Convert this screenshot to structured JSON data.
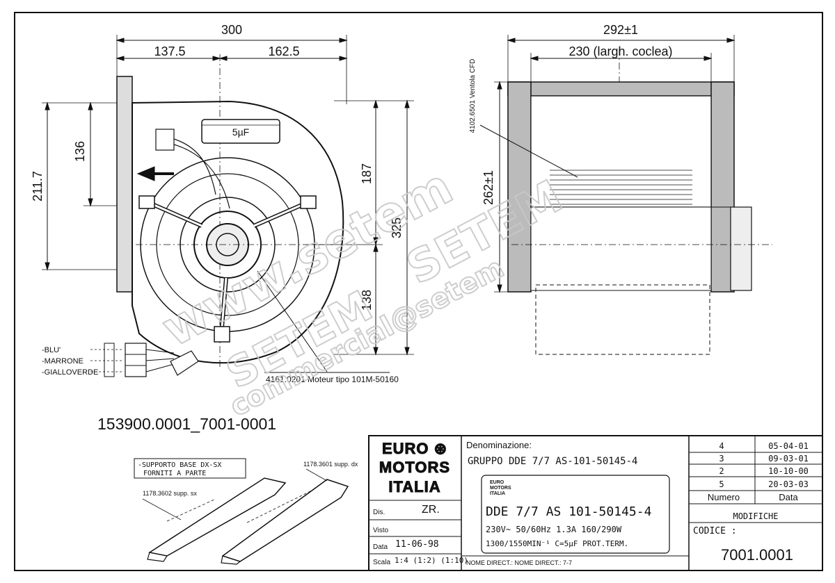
{
  "drawing_code": "153900.0001_7001-0001",
  "front_view": {
    "dim_top_total": "300",
    "dim_top_left": "137.5",
    "dim_top_right": "162.5",
    "dim_left_outer": "211.7",
    "dim_left_inner": "136",
    "dim_right_187": "187",
    "dim_right_325": "325",
    "dim_right_138": "138",
    "capacitor_label": "5µF",
    "motor_label": "4161.0201 Moteur tipo 101M-50160",
    "wires": [
      "-BLU'",
      "-MARRONE",
      "-GIALLOVERDE"
    ]
  },
  "side_view": {
    "dim_total": "292±1",
    "dim_scroll": "230 (largh. coclea)",
    "dim_height": "262±1",
    "fan_label": "4102.6501 Ventola CFD"
  },
  "supports": {
    "note_line1": "-SUPPORTO BASE DX-SX",
    "note_line2": "FORNITI A PARTE",
    "left_code": "1178.3602 supp. sx",
    "right_code": "1178.3601 supp. dx"
  },
  "title_block": {
    "logo_lines": [
      "EURO ⊛",
      "MOTORS",
      "ITALIA"
    ],
    "small_logo_lines": [
      "EURO",
      "MOTORS",
      "ITALIA"
    ],
    "denominazione_label": "Denominazione:",
    "denominazione_value": "GRUPPO DDE 7/7 AS-101-50145-4",
    "model": "DDE 7/7 AS 101-50145-4",
    "spec_line1": "230V~ 50/60Hz 1.3A 160/290W",
    "spec_line2": "1300/1550MIN⁻¹ C=5µF PROT.TERM.",
    "dis_label": "Dis.",
    "dis_value": "ZR.",
    "visto_label": "Visto",
    "data_label": "Data",
    "data_value": "11-06-98",
    "scala_label": "Scala",
    "scala_value": "1:4 (1:2) (1:10)",
    "nome_direct": "NOME DIRECT.: NOME DIRECT.: 7-7",
    "revisions": [
      {
        "numero": "4",
        "data": "05-04-01"
      },
      {
        "numero": "3",
        "data": "09-03-01"
      },
      {
        "numero": "2",
        "data": "10-10-00"
      },
      {
        "numero": "5",
        "data": "20-03-03"
      }
    ],
    "numero_header": "Numero",
    "data_header": "Data",
    "modifiche": "MODIFICHE",
    "codice_label": "CODICE :",
    "codice_value": "7001.0001"
  },
  "watermarks": [
    "www.setem",
    "SETEM",
    "SETEM",
    "commercial@setem"
  ]
}
